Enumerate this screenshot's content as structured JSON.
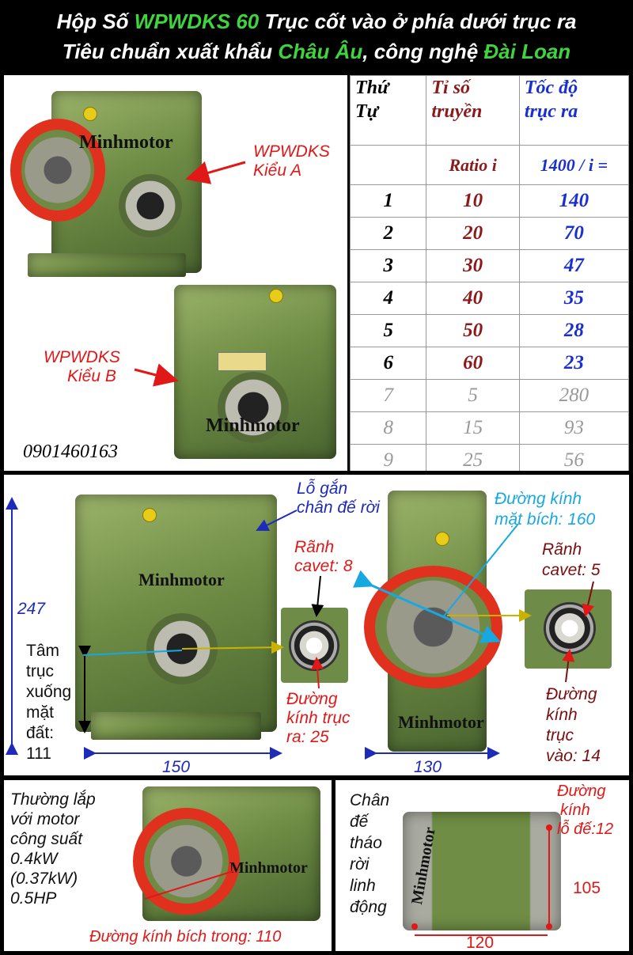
{
  "header": {
    "line1_prefix": "Hộp Số ",
    "line1_model": "WPWDKS 60",
    "line1_suffix": " Trục cốt vào ở phía dưới trục ra",
    "line2_prefix": "Tiêu chuẩn xuất khẩu ",
    "line2_region": "Châu Âu",
    "line2_mid": ", công nghệ ",
    "line2_origin": "Đài Loan"
  },
  "colors": {
    "highlight_green": "#3fd43f",
    "label_red": "#e01818",
    "ratio_red": "#8b1a1a",
    "speed_blue": "#1a2fd0",
    "dim_blue": "#1e2ab8",
    "cyan": "#18a8e0",
    "flange_red": "#e0301e",
    "body_green": "#6f8d45"
  },
  "top": {
    "type_a_line1": "WPWDKS",
    "type_a_line2": "Kiểu A",
    "type_b_line1": "WPWDKS",
    "type_b_line2": "Kiểu B",
    "brand": "Minhmotor",
    "phone": "0901460163"
  },
  "table": {
    "headers": {
      "col1": [
        "Thứ",
        "Tự"
      ],
      "col2": [
        "Tỉ số",
        "truyền"
      ],
      "col3": [
        "Tốc độ",
        "trục ra"
      ],
      "sub2": "Ratio i",
      "sub3": "1400 / i ="
    },
    "rows": [
      {
        "no": "1",
        "ratio": "10",
        "speed": "140"
      },
      {
        "no": "2",
        "ratio": "20",
        "speed": "70"
      },
      {
        "no": "3",
        "ratio": "30",
        "speed": "47"
      },
      {
        "no": "4",
        "ratio": "40",
        "speed": "35"
      },
      {
        "no": "5",
        "ratio": "50",
        "speed": "28"
      },
      {
        "no": "6",
        "ratio": "60",
        "speed": "23"
      },
      {
        "no": "7",
        "ratio": "5",
        "speed": "280"
      },
      {
        "no": "8",
        "ratio": "15",
        "speed": "93"
      },
      {
        "no": "9",
        "ratio": "25",
        "speed": "56"
      }
    ]
  },
  "mid": {
    "height_dim": "247",
    "width_dim_left": "150",
    "width_dim_right": "130",
    "center_label": [
      "Tâm",
      "trục",
      "xuống",
      "mặt",
      "đất:",
      "111"
    ],
    "mount_hole": [
      "Lỗ gắn",
      "chân đế rời"
    ],
    "keyway_out": [
      "Rãnh",
      "cavet: 8"
    ],
    "shaft_out": [
      "Đường",
      "kính trục",
      "ra: 25"
    ],
    "flange_dia": [
      "Đường kính",
      "mặt bích: 160"
    ],
    "keyway_in": [
      "Rãnh",
      "cavet: 5"
    ],
    "shaft_in": [
      "Đường",
      "kính",
      "trục",
      "vào: 14"
    ],
    "brand": "Minhmotor"
  },
  "bottom_left": {
    "motor_info": [
      "Thường lắp",
      "với motor",
      "công suất",
      "0.4kW",
      "(0.37kW)",
      "0.5HP"
    ],
    "inner_flange": "Đường kính bích trong: 110",
    "brand": "Minhmotor"
  },
  "bottom_right": {
    "base_info": [
      "Chân",
      "đế",
      "tháo",
      "rời",
      "linh",
      "động"
    ],
    "hole_dia": [
      "Đường",
      "kính",
      "lỗ đế:12"
    ],
    "dim_105": "105",
    "dim_120": "120",
    "brand": "Minhmotor"
  }
}
